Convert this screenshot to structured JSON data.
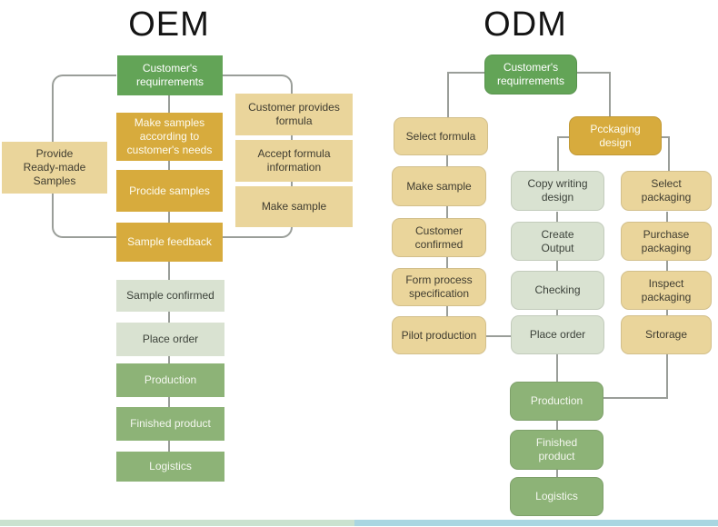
{
  "colors": {
    "header_green": "#63a457",
    "gold": "#d7ab3d",
    "tan": "#ead59b",
    "pale_green": "#d9e2d1",
    "mid_green": "#8db377",
    "connector_gray": "#9a9e99",
    "bottom_bar_left": "#c9e2cf",
    "bottom_bar_right": "#a9d6e1"
  },
  "oem": {
    "title": "OEM",
    "customers_requirements": "Customer's\nrequirrements",
    "make_samples": "Make samples\naccording to\ncustomer's needs",
    "procide_samples": "Procide samples",
    "sample_feedback": "Sample feedback",
    "provide_ready_made": "Provide\nReady-made\nSamples",
    "customer_provides_formula": "Customer provides\nformula",
    "accept_formula_information": "Accept formula\ninformation",
    "make_sample": "Make sample",
    "sample_confirmed": "Sample confirmed",
    "place_order": "Place order",
    "production": "Production",
    "finished_product": "Finished product",
    "logistics": "Logistics"
  },
  "odm": {
    "title": "ODM",
    "customers_requirements": "Customer's\nrequirrements",
    "select_formula": "Select formula",
    "make_sample": "Make sample",
    "customer_confirmed": "Customer\nconfirmed",
    "form_process_specification": "Form process\nspecification",
    "pilot_production": "Pilot production",
    "packaging_design": "Pcckaging\ndesign",
    "copy_writing_design": "Copy writing\ndesign",
    "create_output": "Create\nOutput",
    "checking": "Checking",
    "place_order": "Place order",
    "select_packaging": "Select\npackaging",
    "purchase_packaging": "Purchase\npackaging",
    "inspect_packaging": "Inspect\npackaging",
    "srtorage": "Srtorage",
    "production": "Production",
    "finished_product": "Finished\nproduct",
    "logistics": "Logistics"
  }
}
